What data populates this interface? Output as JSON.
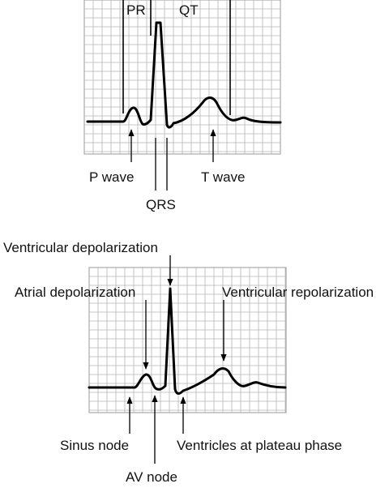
{
  "top_diagram": {
    "interval_labels": {
      "pr": "PR",
      "qt": "QT"
    },
    "wave_labels": {
      "p_wave": "P wave",
      "qrs": "QRS",
      "t_wave": "T wave"
    }
  },
  "bottom_diagram": {
    "labels": {
      "ventricular_depolarization": "Ventricular depolarization",
      "atrial_depolarization": "Atrial depolarization",
      "ventricular_repolarization": "Ventricular repolarization",
      "sinus_node": "Sinus node",
      "ventricles_plateau": "Ventricles at plateau phase",
      "av_node": "AV node"
    }
  }
}
